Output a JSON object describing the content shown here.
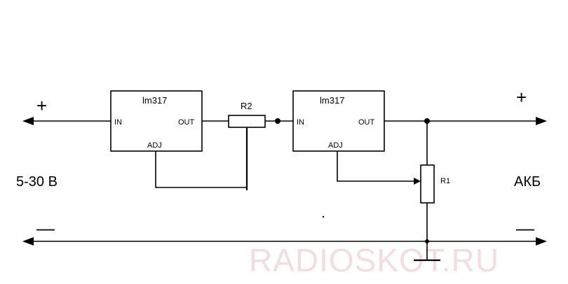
{
  "diagram": {
    "chip1": {
      "name": "lm317",
      "pin_in": "IN",
      "pin_out": "OUT",
      "pin_adj": "ADJ"
    },
    "chip2": {
      "name": "lm317",
      "pin_in": "IN",
      "pin_out": "OUT",
      "pin_adj": "ADJ"
    },
    "resistor_r2": "R2",
    "resistor_r1": "R1",
    "left_plus": "+",
    "left_minus": "—",
    "right_plus": "+",
    "right_minus": "—",
    "input_label": "5-30 В",
    "output_label": "АКБ",
    "watermark": "RADIOSKOT.RU"
  }
}
